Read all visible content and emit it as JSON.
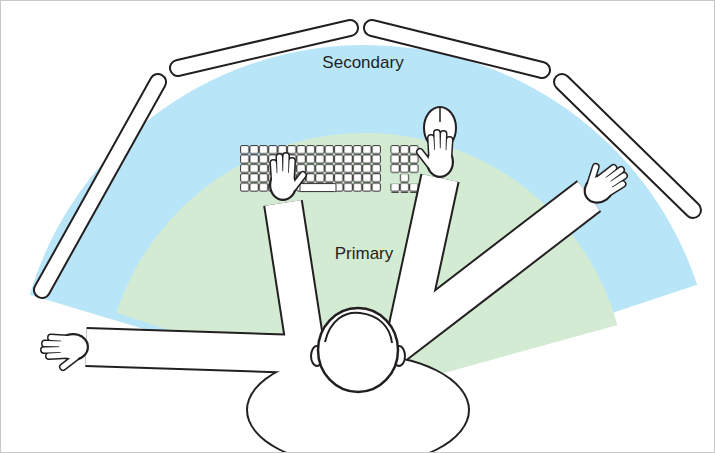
{
  "diagram": {
    "nodes": [
      {
        "text": [
          "Secondary"
        ]
      },
      {
        "text": [
          "Primary"
        ],
        "in": 0
      }
    ]
  }
}
